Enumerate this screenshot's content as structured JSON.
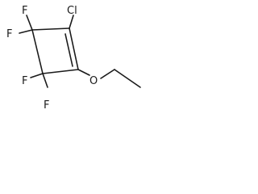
{
  "molecule": {
    "atoms": {
      "cl": "Cl",
      "o": "O",
      "f1": "F",
      "f2": "F",
      "f3": "F",
      "f4": "F"
    },
    "colors": {
      "bond": "#1a1a1a",
      "text": "#1a1a1a",
      "background": "#ffffff"
    }
  }
}
